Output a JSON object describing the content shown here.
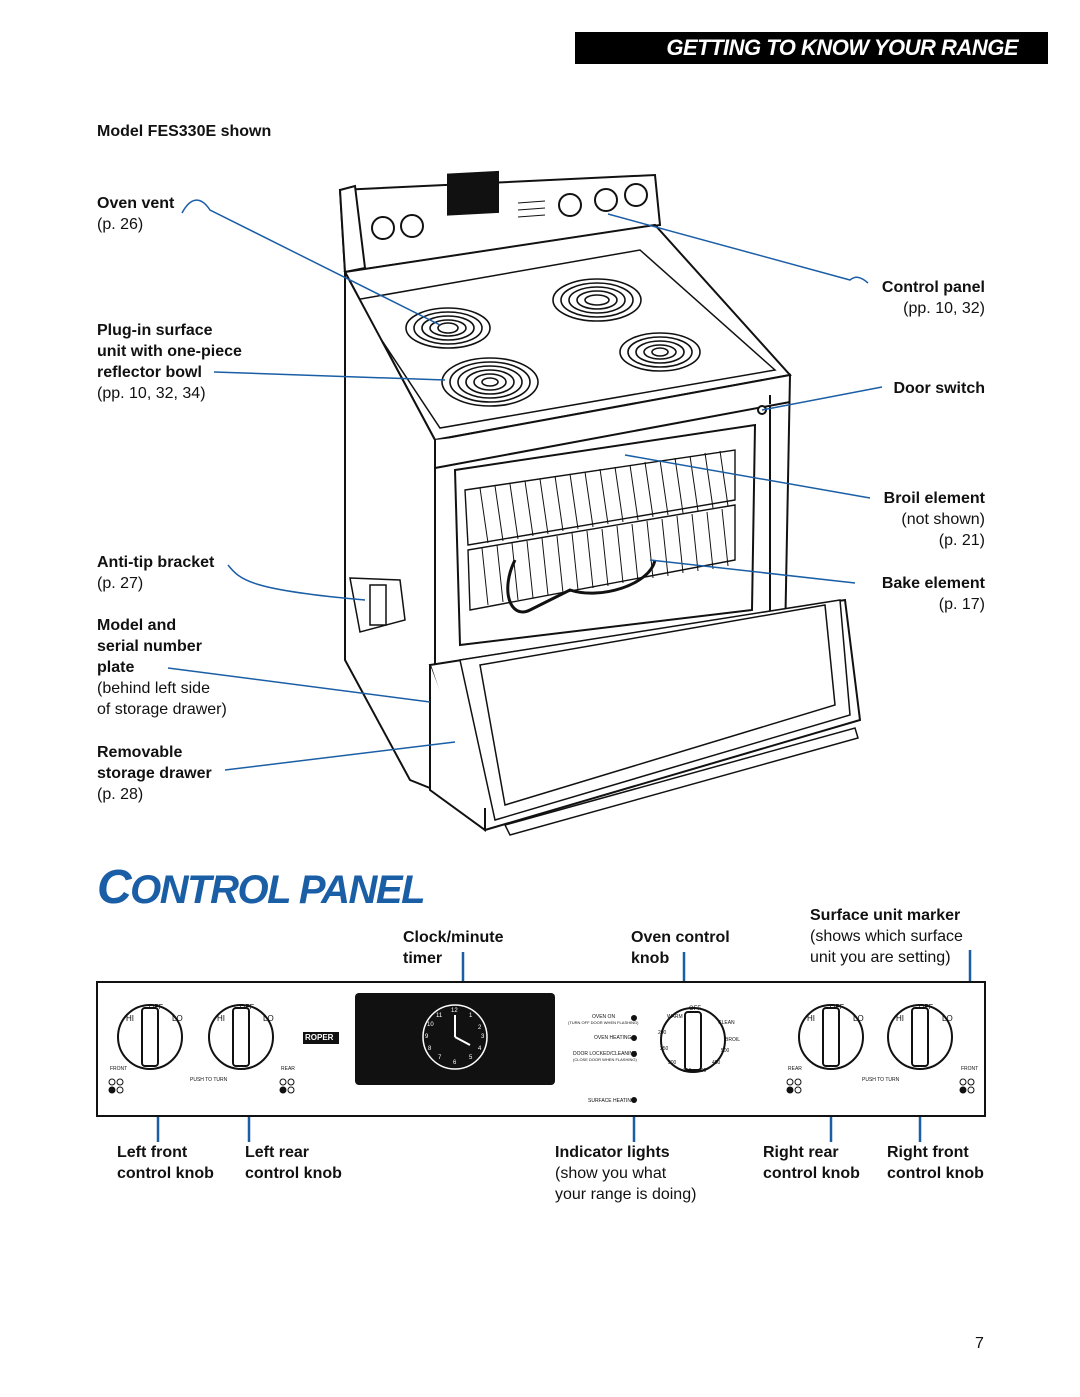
{
  "header": {
    "title": "GETTING TO KNOW YOUR RANGE"
  },
  "range_figure": {
    "caption": "Model FES330E shown",
    "oven_vent": {
      "name": "Oven vent",
      "page": "(p. 26)"
    },
    "surface_unit": {
      "line1": "Plug-in surface",
      "line2": "unit with one-piece",
      "line3": "reflector bowl",
      "page": "(pp. 10, 32, 34)"
    },
    "anti_tip": {
      "name": "Anti-tip bracket",
      "page": "(p. 27)"
    },
    "model_plate": {
      "line1": "Model and",
      "line2": "serial number",
      "line3": "plate",
      "note1": "(behind left side",
      "note2": "of storage drawer)"
    },
    "storage_drawer": {
      "line1": "Removable",
      "line2": "storage drawer",
      "page": "(p. 28)"
    },
    "control_panel": {
      "name": "Control panel",
      "page": "(pp. 10, 32)"
    },
    "door_switch": {
      "name": "Door switch"
    },
    "broil_element": {
      "name": "Broil element",
      "note": "(not shown)",
      "page": "(p. 21)"
    },
    "bake_element": {
      "name": "Bake element",
      "page": "(p. 17)"
    }
  },
  "section": {
    "title_first": "C",
    "title_rest": "ONTROL PANEL"
  },
  "panel_labels": {
    "clock_line1": "Clock/minute",
    "clock_line2": "timer",
    "oven_line1": "Oven control",
    "oven_line2": "knob",
    "marker_line1": "Surface unit marker",
    "marker_line2": "(shows which surface",
    "marker_line3": "unit you are setting)",
    "left_front_1": "Left front",
    "left_front_2": "control knob",
    "left_rear_1": "Left rear",
    "left_rear_2": "control knob",
    "indicator_1": "Indicator lights",
    "indicator_2": "(show you what",
    "indicator_3": "your range is doing)",
    "right_rear_1": "Right rear",
    "right_rear_2": "control knob",
    "right_front_1": "Right front",
    "right_front_2": "control knob"
  },
  "panel": {
    "knob_off": "OFF",
    "knob_hi": "HI",
    "knob_lo": "LO",
    "front": "FRONT",
    "rear": "REAR",
    "push_to_turn": "PUSH TO TURN",
    "brand": "ROPER",
    "oven_on": "OVEN ON",
    "oven_on_sub": "(TURN OFF DOOR WHEN FLASHING)",
    "oven_heating": "OVEN HEATING",
    "door_locked": "DOOR LOCKED/CLEANING",
    "door_locked_sub": "(CLOSE DOOR WHEN FLASHING)",
    "surface_heating": "SURFACE HEATING",
    "oven_knob_off": "OFF",
    "oven_knob_clean": "CLEAN",
    "oven_knob_broil": "BROIL",
    "oven_knob_warm": "WARM",
    "oven_temps": [
      "200",
      "250",
      "300",
      "350",
      "400",
      "450",
      "500"
    ],
    "clock_numbers": [
      "12",
      "1",
      "2",
      "3",
      "4",
      "5",
      "6",
      "7",
      "8",
      "9",
      "10",
      "11"
    ]
  },
  "footer": {
    "page_number": "7"
  }
}
